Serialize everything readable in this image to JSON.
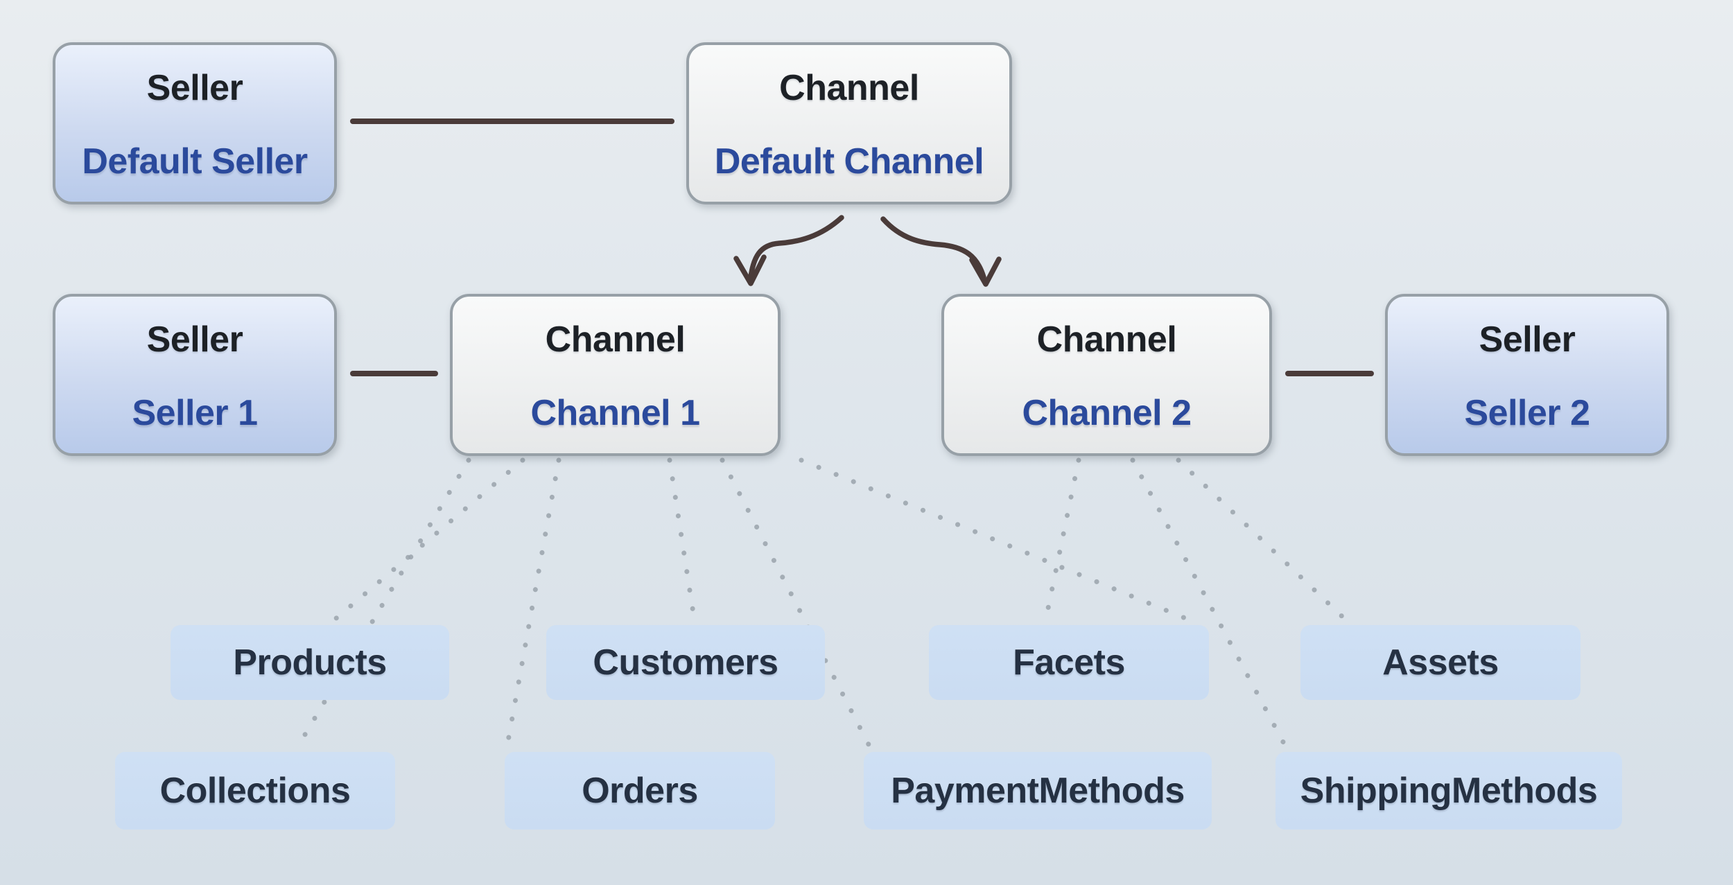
{
  "diagram": {
    "nodes": [
      {
        "id": "default-seller",
        "kind": "seller",
        "type_label": "Seller",
        "name": "Default Seller"
      },
      {
        "id": "default-channel",
        "kind": "channel",
        "type_label": "Channel",
        "name": "Default Channel"
      },
      {
        "id": "seller-1",
        "kind": "seller",
        "type_label": "Seller",
        "name": "Seller 1"
      },
      {
        "id": "channel-1",
        "kind": "channel",
        "type_label": "Channel",
        "name": "Channel 1"
      },
      {
        "id": "channel-2",
        "kind": "channel",
        "type_label": "Channel",
        "name": "Channel 2"
      },
      {
        "id": "seller-2",
        "kind": "seller",
        "type_label": "Seller",
        "name": "Seller 2"
      }
    ],
    "entities": [
      "Products",
      "Customers",
      "Facets",
      "Assets",
      "Collections",
      "Orders",
      "PaymentMethods",
      "ShippingMethods"
    ],
    "edges": {
      "solid": [
        "Default Seller — Default Channel",
        "Seller 1 — Channel 1",
        "Channel 2 — Seller 2"
      ],
      "arrows": [
        "Default Channel → Channel 1",
        "Default Channel → Channel 2"
      ],
      "dotted": [
        "Channel 1 → Products",
        "Channel 1 → Collections",
        "Channel 1 → Orders",
        "Channel 1 → Customers",
        "Channel 1 → PaymentMethods",
        "Channel 1 → Facets",
        "Channel 2 → Facets",
        "Channel 2 → ShippingMethods",
        "Channel 2 → Assets"
      ]
    },
    "colors": {
      "background_top": "#e9edf0",
      "background_mid": "#dfe6ec",
      "background_bottom": "#d6dfe7",
      "seller_box_top": "#eaf0fb",
      "seller_box_mid": "#cdd9f0",
      "seller_box_bottom": "#b8caea",
      "channel_box_top": "#f9fafa",
      "channel_box_bottom": "#e6e8e9",
      "box_border": "#97a0a7",
      "entity_fill": "#cfe0f4",
      "entity_fill_bottom": "#cadcf2",
      "heading_text": "#1d2126",
      "name_text": "#2b4a9c",
      "entity_text": "#253143",
      "connector": "#4a3b39",
      "dots": "#9aa3ab"
    }
  }
}
